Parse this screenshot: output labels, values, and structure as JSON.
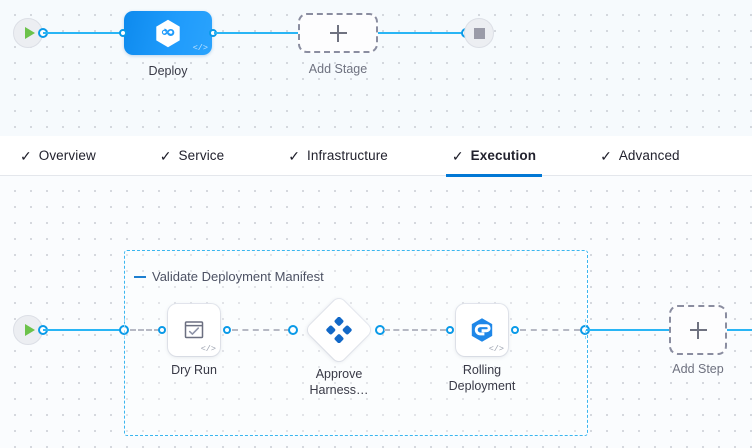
{
  "colors": {
    "accent_blue": "#0278d5",
    "connector_blue": "#29b5f5",
    "stage_node_blue": "#1f9bfb",
    "group_border_blue": "#3ab6ef",
    "start_green": "#6cc24a",
    "stop_gray": "#9a9ba8",
    "canvas_bg": "#f6fafd",
    "dashed_gray": "#8a8da0"
  },
  "stage_canvas": {
    "start_node": {
      "name": "pipeline-start",
      "icon": "play-icon"
    },
    "end_node": {
      "name": "pipeline-end",
      "icon": "stop-icon"
    },
    "nodes": [
      {
        "id": "deploy",
        "label": "Deploy",
        "icon": "harness-deploy-hexagon-icon",
        "type": "stage",
        "selected": true,
        "code_badge": "</>"
      },
      {
        "id": "add-stage",
        "label": "Add Stage",
        "icon": "plus-icon",
        "type": "add"
      }
    ]
  },
  "tabs": {
    "items": [
      {
        "label": "Overview",
        "check": "✓",
        "active": false
      },
      {
        "label": "Service",
        "check": "✓",
        "active": false
      },
      {
        "label": "Infrastructure",
        "check": "✓",
        "active": false
      },
      {
        "label": "Execution",
        "check": "✓",
        "active": true
      },
      {
        "label": "Advanced",
        "check": "✓",
        "active": false
      }
    ]
  },
  "execution_canvas": {
    "start_node": {
      "name": "execution-start",
      "icon": "play-icon"
    },
    "step_group": {
      "title": "Validate Deployment Manifest",
      "collapse_icon": "minus-icon"
    },
    "steps": [
      {
        "id": "dry-run",
        "label_line1": "Dry Run",
        "label_line2": "",
        "icon": "shell-script-check-icon",
        "shape": "square",
        "code_badge": "</>"
      },
      {
        "id": "approve-harness",
        "label_line1": "Approve",
        "label_line2": "Harness…",
        "icon": "harness-approval-icon",
        "shape": "diamond",
        "code_badge": ""
      },
      {
        "id": "rolling-deployment",
        "label_line1": "Rolling",
        "label_line2": "Deployment",
        "icon": "rolling-deployment-spiral-icon",
        "shape": "square",
        "code_badge": "</>"
      }
    ],
    "add_step": {
      "label": "Add Step",
      "icon": "plus-icon"
    }
  }
}
